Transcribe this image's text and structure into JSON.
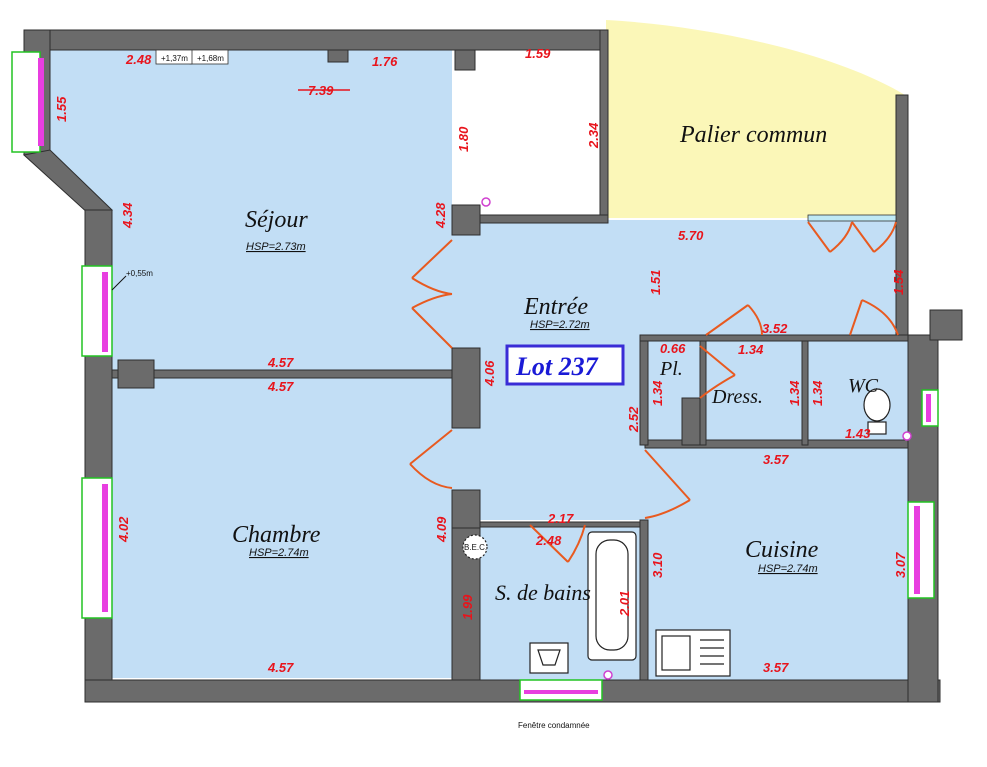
{
  "rooms": {
    "sejour": {
      "name": "Séjour",
      "hsp": "HSP=2.73m"
    },
    "chambre": {
      "name": "Chambre",
      "hsp": "HSP=2.74m"
    },
    "entree": {
      "name": "Entrée",
      "hsp": "HSP=2.72m"
    },
    "cuisine": {
      "name": "Cuisine",
      "hsp": "HSP=2.74m"
    },
    "sdb": {
      "name": "S. de bains"
    },
    "placard": {
      "name": "Pl."
    },
    "dressing": {
      "name": "Dress."
    },
    "wc": {
      "name": "WC"
    },
    "palier": {
      "name": "Palier commun"
    }
  },
  "lot": "Lot 237",
  "caption": "Fenêtre condamnée",
  "labels": {
    "h137": "+1,37m",
    "h168": "+1,68m",
    "h055": "+0,55m",
    "bec": "B.E.C."
  },
  "dims": {
    "d248a": "2.48",
    "d176": "1.76",
    "d159": "1.59",
    "d739": "7.39",
    "d180": "1.80",
    "d234": "2.34",
    "d155": "1.55",
    "d434": "4.34",
    "d428": "4.28",
    "d570": "5.70",
    "d151": "1.51",
    "d154": "1.54",
    "d457a": "4.57",
    "d457b": "4.57",
    "d406": "4.06",
    "d066": "0.66",
    "d134a": "1.34",
    "d352": "3.52",
    "d134b": "1.34",
    "d134c": "1.34",
    "d134d": "1.34",
    "d143": "1.43",
    "d252": "2.52",
    "d357a": "3.57",
    "d402": "4.02",
    "d409": "4.09",
    "d217": "2.17",
    "d248b": "2.48",
    "d310": "3.10",
    "d201": "2.01",
    "d307": "3.07",
    "d199": "1.99",
    "d457c": "4.57",
    "d357b": "3.57"
  }
}
